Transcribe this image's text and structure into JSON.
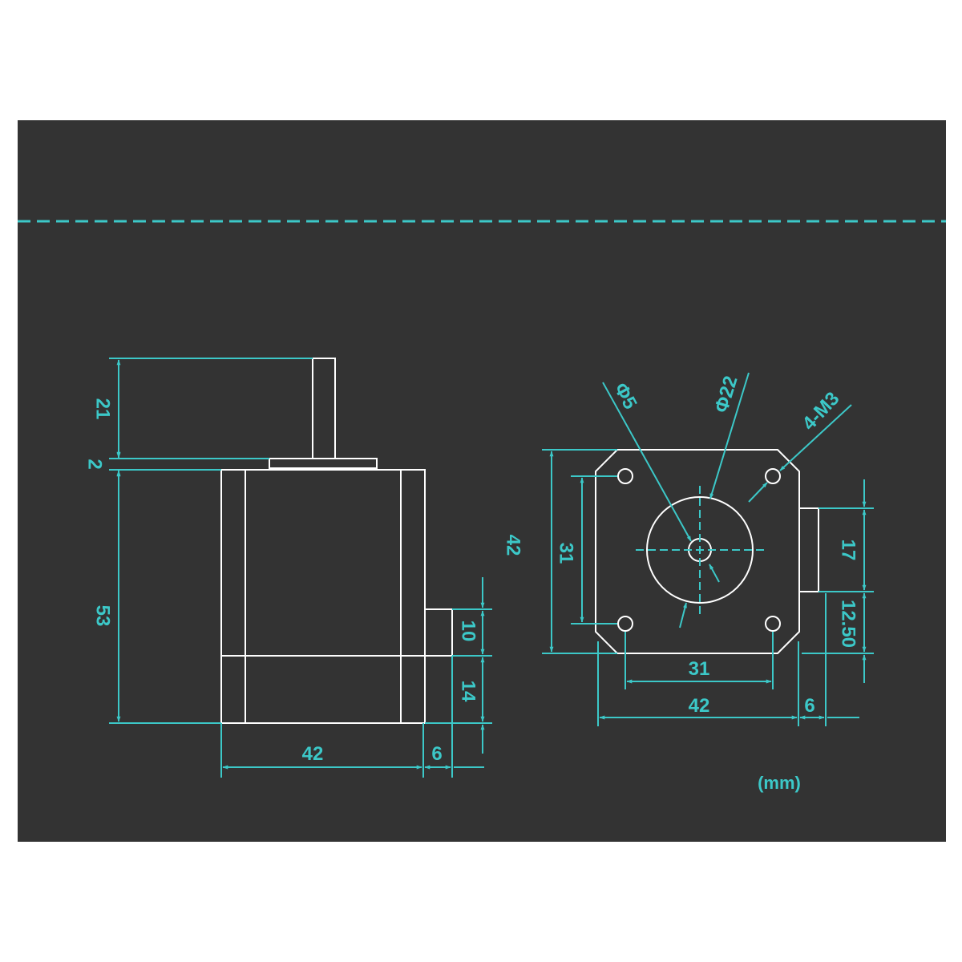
{
  "colors": {
    "page_background": "#ffffff",
    "panel_background": "#333333",
    "outline": "#ffffff",
    "dimension": "#3cc8c8"
  },
  "side_view": {
    "shaft_length": "21",
    "boss_height": "2",
    "body_length": "53",
    "width": "42",
    "connector_offset": "6",
    "connector_upper": "10",
    "connector_lower": "14",
    "right_label": "42"
  },
  "front_view": {
    "shaft_diameter": "Φ5",
    "boss_diameter": "Φ22",
    "mount_holes": "4-M3",
    "hole_spacing_vertical": "31",
    "hole_spacing_horizontal": "31",
    "width": "42",
    "connector_offset": "6",
    "connector_height": "17",
    "connector_gap": "12.50"
  },
  "units": "(mm)"
}
